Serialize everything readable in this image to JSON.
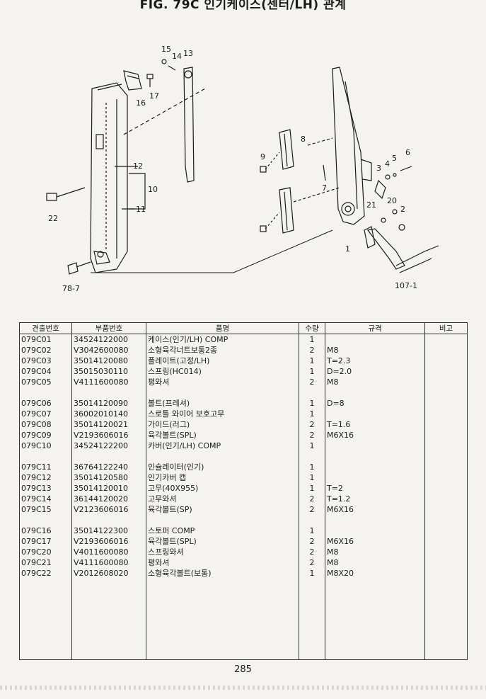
{
  "title": "FIG. 79C 인기케이스(센터/LH) 관계",
  "diagram": {
    "callouts": [
      "15",
      "14",
      "13",
      "17",
      "16",
      "12",
      "10",
      "11",
      "22",
      "78-7",
      "8",
      "9",
      "7",
      "3",
      "4",
      "5",
      "6",
      "20",
      "21",
      "2",
      "1",
      "107-1"
    ]
  },
  "table": {
    "headers": [
      "견출번호",
      "부품번호",
      "품명",
      "수량",
      "규격",
      "비고"
    ],
    "rows": [
      [
        "079C01",
        "34524122000",
        "케이스(인기/LH) COMP",
        "1",
        "",
        ""
      ],
      [
        "079C02",
        "V3042600080",
        "소형육각너트보통2종",
        "2",
        "M8",
        ""
      ],
      [
        "079C03",
        "35014120080",
        "플레이트(고정/LH)",
        "1",
        "T=2.3",
        ""
      ],
      [
        "079C04",
        "35015030110",
        "스프링(HC014)",
        "1",
        "D=2.0",
        ""
      ],
      [
        "079C05",
        "V4111600080",
        "평와셔",
        "2",
        "M8",
        ""
      ],
      [
        "",
        "",
        "",
        "",
        "",
        ""
      ],
      [
        "079C06",
        "35014120090",
        "볼트(프레셔)",
        "1",
        "D=8",
        ""
      ],
      [
        "079C07",
        "36002010140",
        "스로틀 와이어 보호고무",
        "1",
        "",
        ""
      ],
      [
        "079C08",
        "35014120021",
        "가이드(러그)",
        "2",
        "T=1.6",
        ""
      ],
      [
        "079C09",
        "V2193606016",
        "육각볼트(SPL)",
        "2",
        "M6X16",
        ""
      ],
      [
        "079C10",
        "34524122200",
        "카버(인기/LH) COMP",
        "1",
        "",
        ""
      ],
      [
        "",
        "",
        "",
        "",
        "",
        ""
      ],
      [
        "079C11",
        "36764122240",
        "인슐레이터(인기)",
        "1",
        "",
        ""
      ],
      [
        "079C12",
        "35014120580",
        "인기카버 캡",
        "1",
        "",
        ""
      ],
      [
        "079C13",
        "35014120010",
        "고무(40X955)",
        "1",
        "T=2",
        ""
      ],
      [
        "079C14",
        "36144120020",
        "고무와셔",
        "2",
        "T=1.2",
        ""
      ],
      [
        "079C15",
        "V2123606016",
        "육각볼트(SP)",
        "2",
        "M6X16",
        ""
      ],
      [
        "",
        "",
        "",
        "",
        "",
        ""
      ],
      [
        "079C16",
        "35014122300",
        "스토퍼 COMP",
        "1",
        "",
        ""
      ],
      [
        "079C17",
        "V2193606016",
        "육각볼트(SPL)",
        "2",
        "M6X16",
        ""
      ],
      [
        "079C20",
        "V4011600080",
        "스프링와셔",
        "2",
        "M8",
        ""
      ],
      [
        "079C21",
        "V4111600080",
        "평와셔",
        "2",
        "M8",
        ""
      ],
      [
        "079C22",
        "V2012608020",
        "소형육각볼트(보통)",
        "1",
        "M8X20",
        ""
      ]
    ]
  },
  "page_number": "285"
}
